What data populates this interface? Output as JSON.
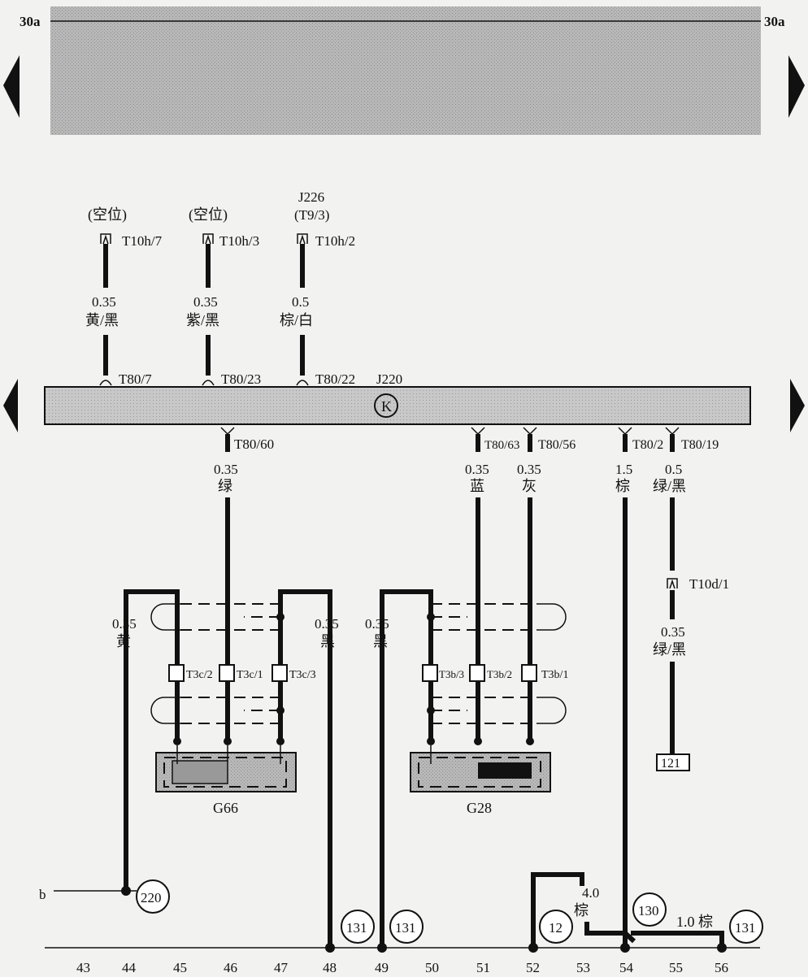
{
  "supply": {
    "left_label": "30a",
    "right_label": "30a"
  },
  "top_connectors": [
    {
      "id": "T10h/7",
      "note": "(空位)",
      "note2": "",
      "size": "0.35",
      "color": "黄/黑",
      "pin": "T80/7"
    },
    {
      "id": "T10h/3",
      "note": "(空位)",
      "note2": "",
      "size": "0.35",
      "color": "紫/黑",
      "pin": "T80/23"
    },
    {
      "id": "T10h/2",
      "note": "J226",
      "note2": "(T9/3)",
      "size": "0.5",
      "color": "棕/白",
      "pin": "T80/22"
    }
  ],
  "ecu": {
    "label": "J220",
    "symbol": "K"
  },
  "bottom_pins": [
    {
      "pin": "T80/60",
      "size": "0.35",
      "color": "绿"
    },
    {
      "pin": "T80/63",
      "size": "0.35",
      "color": "蓝"
    },
    {
      "pin": "T80/56",
      "size": "0.35",
      "color": "灰"
    },
    {
      "pin": "T80/2",
      "size": "1.5",
      "color": "棕"
    },
    {
      "pin": "T80/19",
      "size": "0.5",
      "color": "绿/黑"
    }
  ],
  "g66": {
    "label": "G66",
    "connectors": [
      "T3c/2",
      "T3c/1",
      "T3c/3"
    ],
    "left_wire": {
      "size": "0.35",
      "color": "黄"
    },
    "right_wire": {
      "size": "0.35",
      "color": "黑"
    }
  },
  "g28": {
    "label": "G28",
    "connectors": [
      "T3b/3",
      "T3b/2",
      "T3b/1"
    ],
    "left_wire": {
      "size": "0.35",
      "color": "黑"
    }
  },
  "t10d": {
    "id": "T10d/1",
    "size": "0.35",
    "color": "绿/黑",
    "ref": "121"
  },
  "b_label": "b",
  "circle_refs": [
    "220",
    "131",
    "131",
    "12",
    "130",
    "131"
  ],
  "ground_wires": [
    {
      "size": "4.0",
      "color": "棕"
    },
    {
      "label": "1.0 棕"
    }
  ],
  "grid_numbers": [
    "43",
    "44",
    "45",
    "46",
    "47",
    "48",
    "49",
    "50",
    "51",
    "52",
    "53",
    "54",
    "55",
    "56"
  ]
}
